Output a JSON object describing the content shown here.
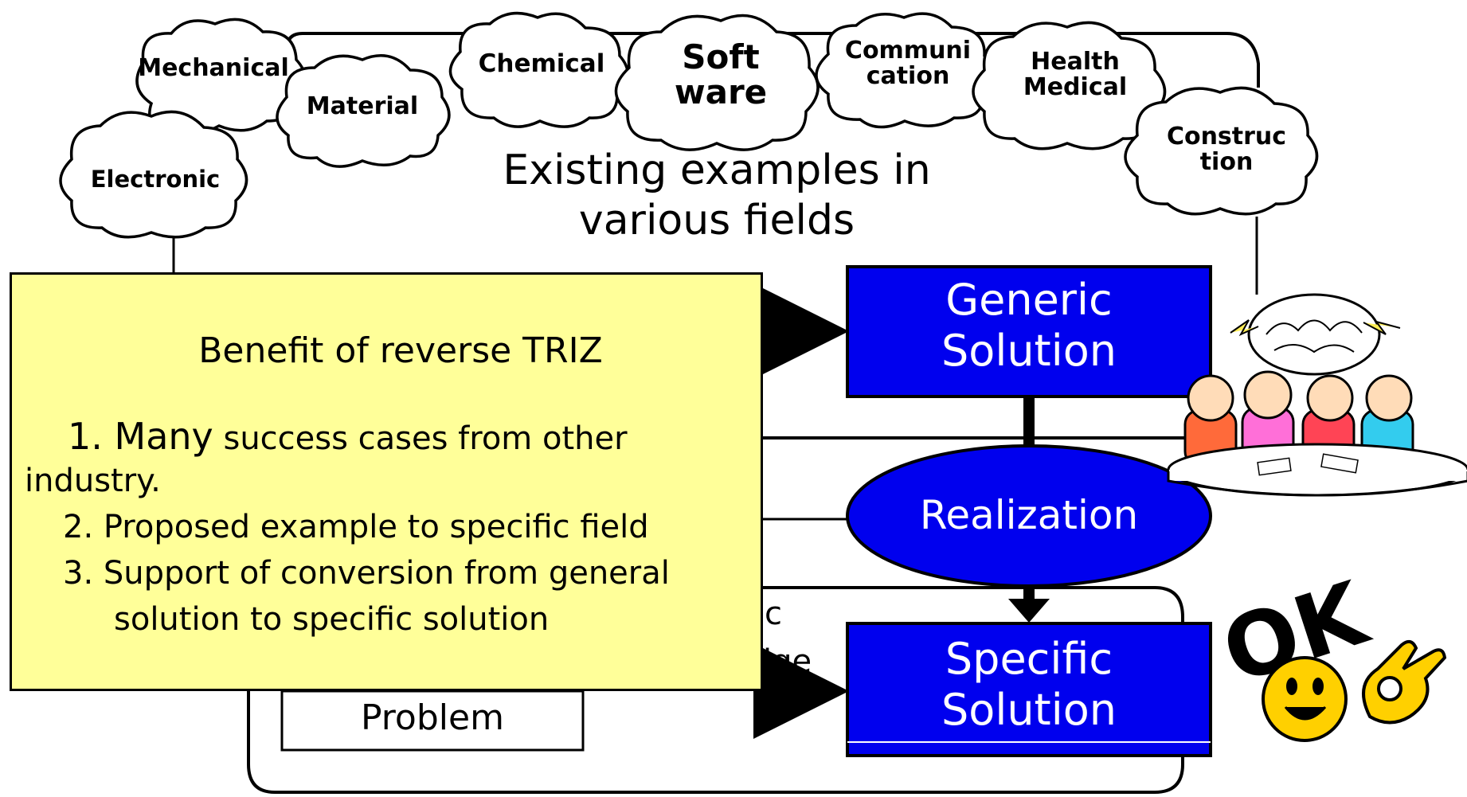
{
  "clouds": {
    "mechanical": "Mechanical",
    "material": "Material",
    "chemical": "Chemical",
    "software": "Soft\nware",
    "communication": "Communi\ncation",
    "health_medical": "Health\nMedical",
    "construction": "Construc\ntion",
    "electronic": "Electronic"
  },
  "caption": "Existing examples in\nvarious fields",
  "boxes": {
    "generic_solution": "Generic\nSolution",
    "realization": "Realization",
    "specific_solution": "Specific\nSolution",
    "problem": "Problem"
  },
  "partial_text": {
    "fragment_c": "c",
    "fragment_lge": "lge"
  },
  "note": {
    "title": "Benefit of reverse TRIZ",
    "item1_prefix": "1. Many",
    "item1_rest": " success cases from other",
    "item1_cont": "industry.",
    "item2": "2. Proposed example to specific field",
    "item3": "3. Support of conversion from general",
    "item3_cont": "solution to specific solution"
  },
  "ok_text": "OK",
  "colors": {
    "box_blue": "#0000ee",
    "note_yellow": "#ffff99",
    "smiley_yellow": "#ffd000",
    "shirt_orange": "#ff6a3a",
    "shirt_pink": "#ff6fd8",
    "shirt_red": "#ff4455",
    "shirt_cyan": "#33ccee"
  }
}
